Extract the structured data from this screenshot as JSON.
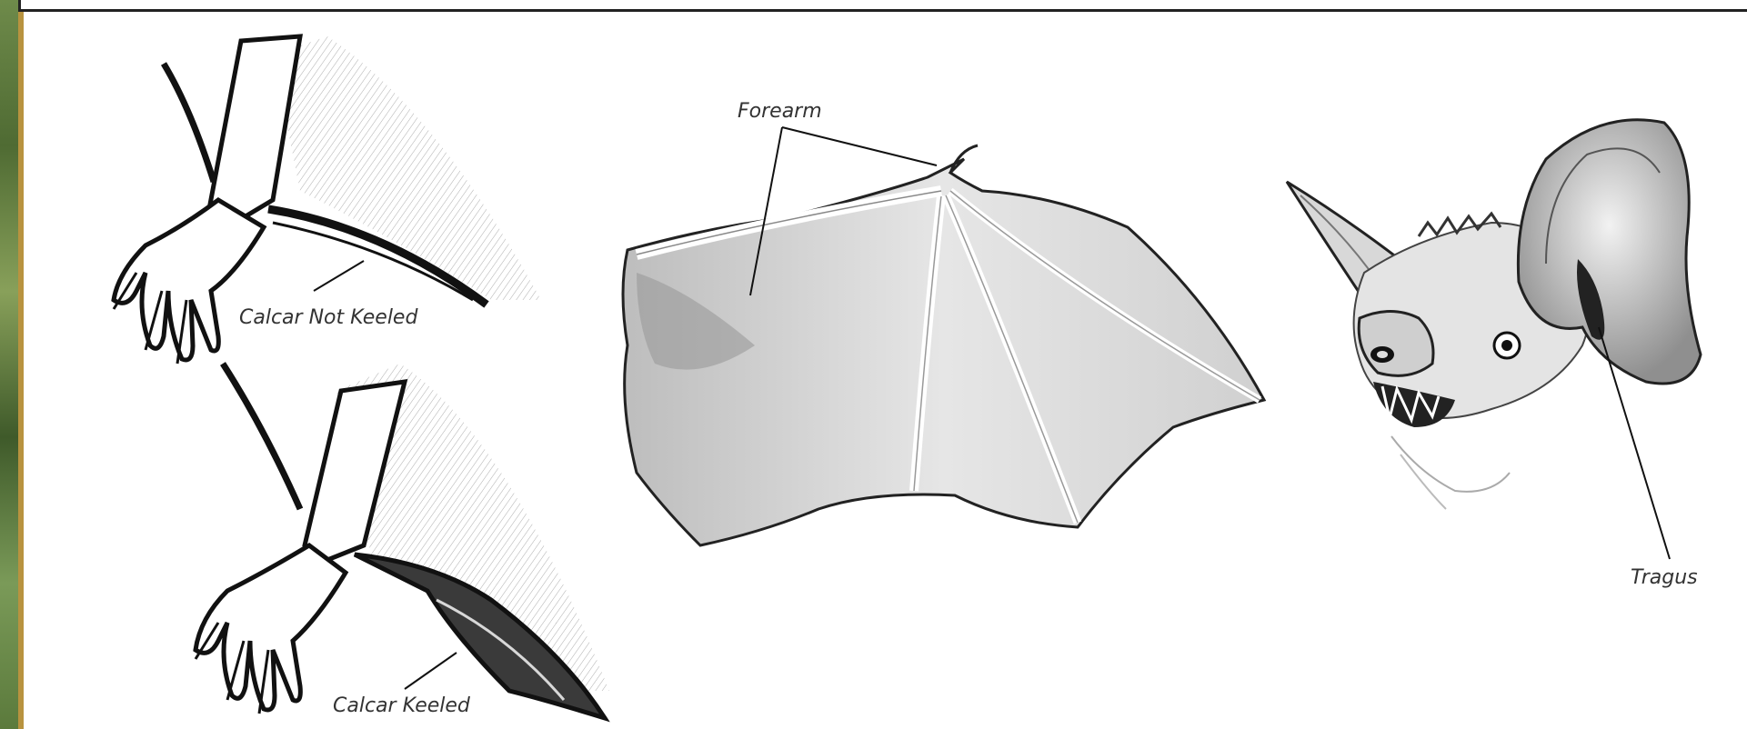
{
  "labels": {
    "calcar_not_keeled": "Calcar Not Keeled",
    "calcar_keeled": "Calcar Keeled",
    "forearm": "Forearm",
    "tragus": "Tragus"
  },
  "colors": {
    "ink": "#1a1a1a",
    "label": "#333333",
    "frame_accent": "#b8933f"
  }
}
